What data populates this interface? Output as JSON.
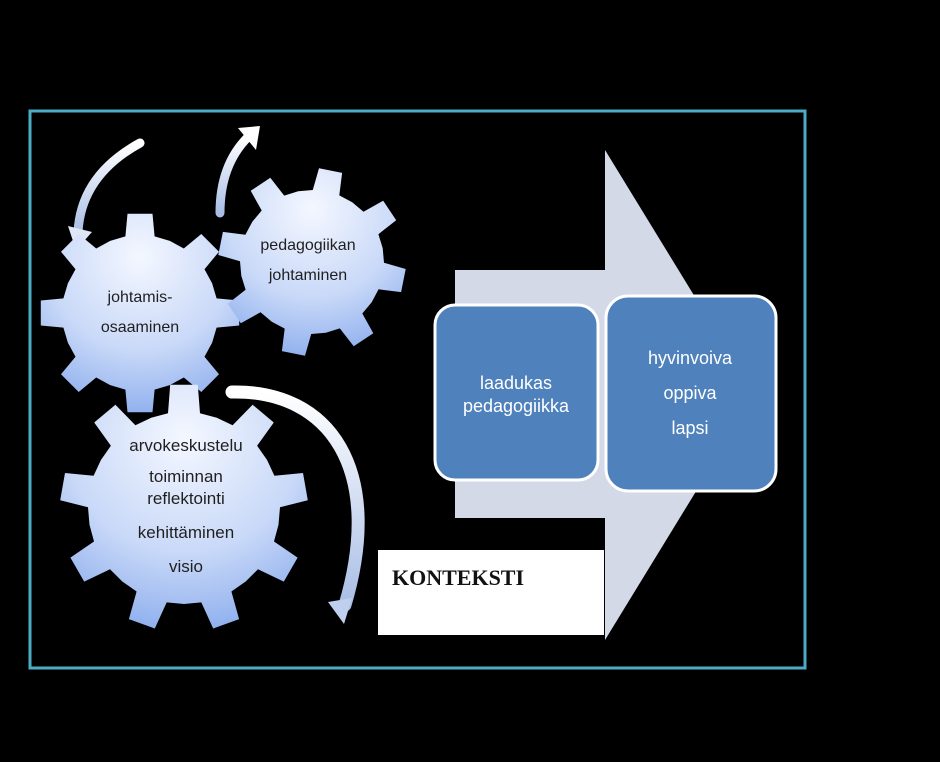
{
  "gears": {
    "leadership_skills": [
      "johtamis-",
      "osaaminen"
    ],
    "pedagogy_leadership": [
      "pedagogiikan",
      "johtaminen"
    ],
    "values": [
      "arvokeskustelu",
      "toiminnan",
      "reflektointi",
      "kehittäminen",
      "visio"
    ]
  },
  "boxes": {
    "quality_pedagogy": [
      "laadukas",
      "pedagogiikka"
    ],
    "wellbeing_child": [
      "hyvinvoiva",
      "oppiva",
      "lapsi"
    ]
  },
  "context_label": "KONTEKSTI",
  "colors": {
    "frame": "#4bacc6",
    "box_fill": "#4f81bd",
    "arrow_fill": "#d3d9e6",
    "gear_light": "#eef3ff",
    "gear_dark": "#8fb0ee"
  }
}
